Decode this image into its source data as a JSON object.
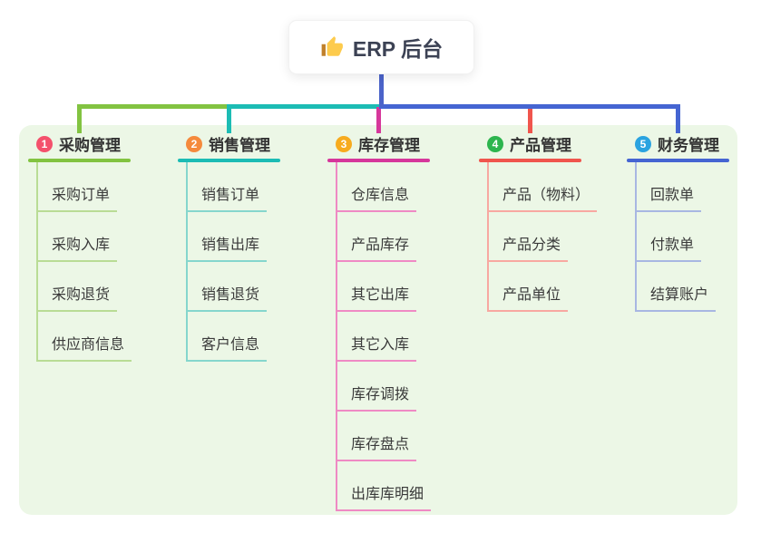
{
  "root": {
    "label": "ERP 后台",
    "icon": "thumbs-up-icon",
    "trunk_color": "#4b63c9"
  },
  "panel_color": "#ecf7e6",
  "connectors": {
    "green": "#82c341",
    "teal": "#1cbcb4",
    "magenta": "#d6379b",
    "red": "#f0554d",
    "blue": "#4565d2"
  },
  "branches": [
    {
      "number": "1",
      "name": "采购管理",
      "badge_color": "#f4516c",
      "color": "#82c341",
      "sub_color": "#b9dc95",
      "items": [
        "采购订单",
        "采购入库",
        "采购退货",
        "供应商信息"
      ]
    },
    {
      "number": "2",
      "name": "销售管理",
      "badge_color": "#f58a3c",
      "color": "#1cbcb4",
      "sub_color": "#85d6cd",
      "items": [
        "销售订单",
        "销售出库",
        "销售退货",
        "客户信息"
      ]
    },
    {
      "number": "3",
      "name": "库存管理",
      "badge_color": "#f7ab1e",
      "color": "#d6379b",
      "sub_color": "#ef8ac4",
      "items": [
        "仓库信息",
        "产品库存",
        "其它出库",
        "其它入库",
        "库存调拨",
        "库存盘点",
        "出库库明细"
      ]
    },
    {
      "number": "4",
      "name": "产品管理",
      "badge_color": "#2db54e",
      "color": "#f0554d",
      "sub_color": "#f8a8a1",
      "items": [
        "产品（物料）",
        "产品分类",
        "产品单位"
      ]
    },
    {
      "number": "5",
      "name": "财务管理",
      "badge_color": "#2aa3e0",
      "color": "#4565d2",
      "sub_color": "#a8b7e2",
      "items": [
        "回款单",
        "付款单",
        "结算账户"
      ]
    }
  ]
}
